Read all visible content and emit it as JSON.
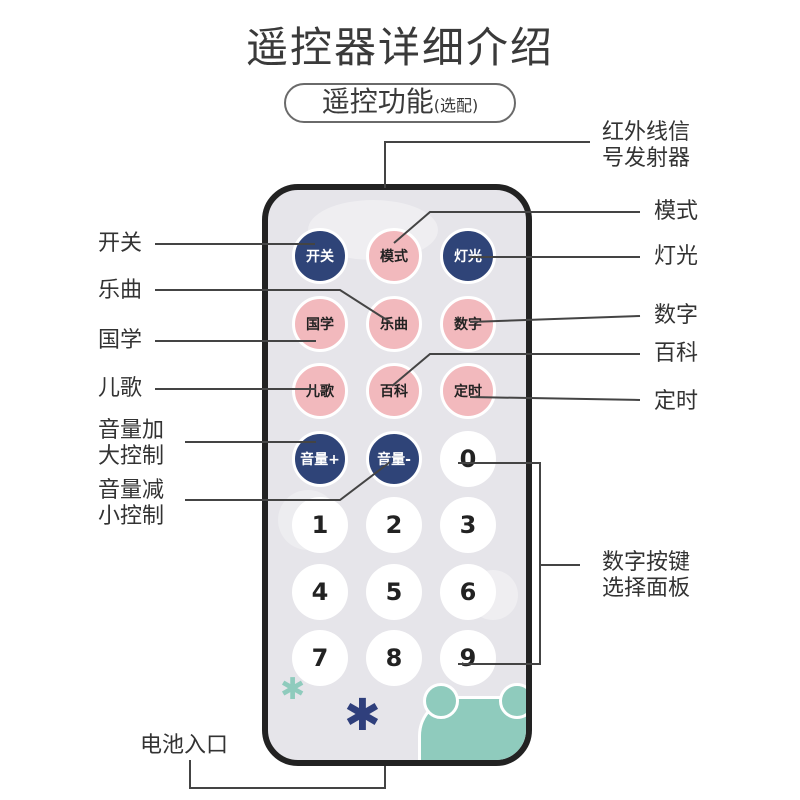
{
  "title": "遥控器详细介绍",
  "subtitle": {
    "main": "遥控功能",
    "small": "(选配)"
  },
  "buttons": {
    "power": "开关",
    "mode": "模式",
    "light": "灯光",
    "guoxue": "国学",
    "music": "乐曲",
    "number": "数字",
    "nursery": "儿歌",
    "encyclopedia": "百科",
    "timer": "定时",
    "vol_up": "音量+",
    "vol_down": "音量-",
    "d0": "0",
    "d1": "1",
    "d2": "2",
    "d3": "3",
    "d4": "4",
    "d5": "5",
    "d6": "6",
    "d7": "7",
    "d8": "8",
    "d9": "9"
  },
  "labels": {
    "ir_line1": "红外线信",
    "ir_line2": "号发射器",
    "mode": "模式",
    "light": "灯光",
    "number": "数字",
    "encyclopedia": "百科",
    "timer": "定时",
    "digit_panel_line1": "数字按键",
    "digit_panel_line2": "选择面板",
    "power": "开关",
    "music": "乐曲",
    "guoxue": "国学",
    "nursery": "儿歌",
    "vol_up_line1": "音量加",
    "vol_up_line2": "大控制",
    "vol_down_line1": "音量减",
    "vol_down_line2": "小控制",
    "battery": "电池入口"
  }
}
